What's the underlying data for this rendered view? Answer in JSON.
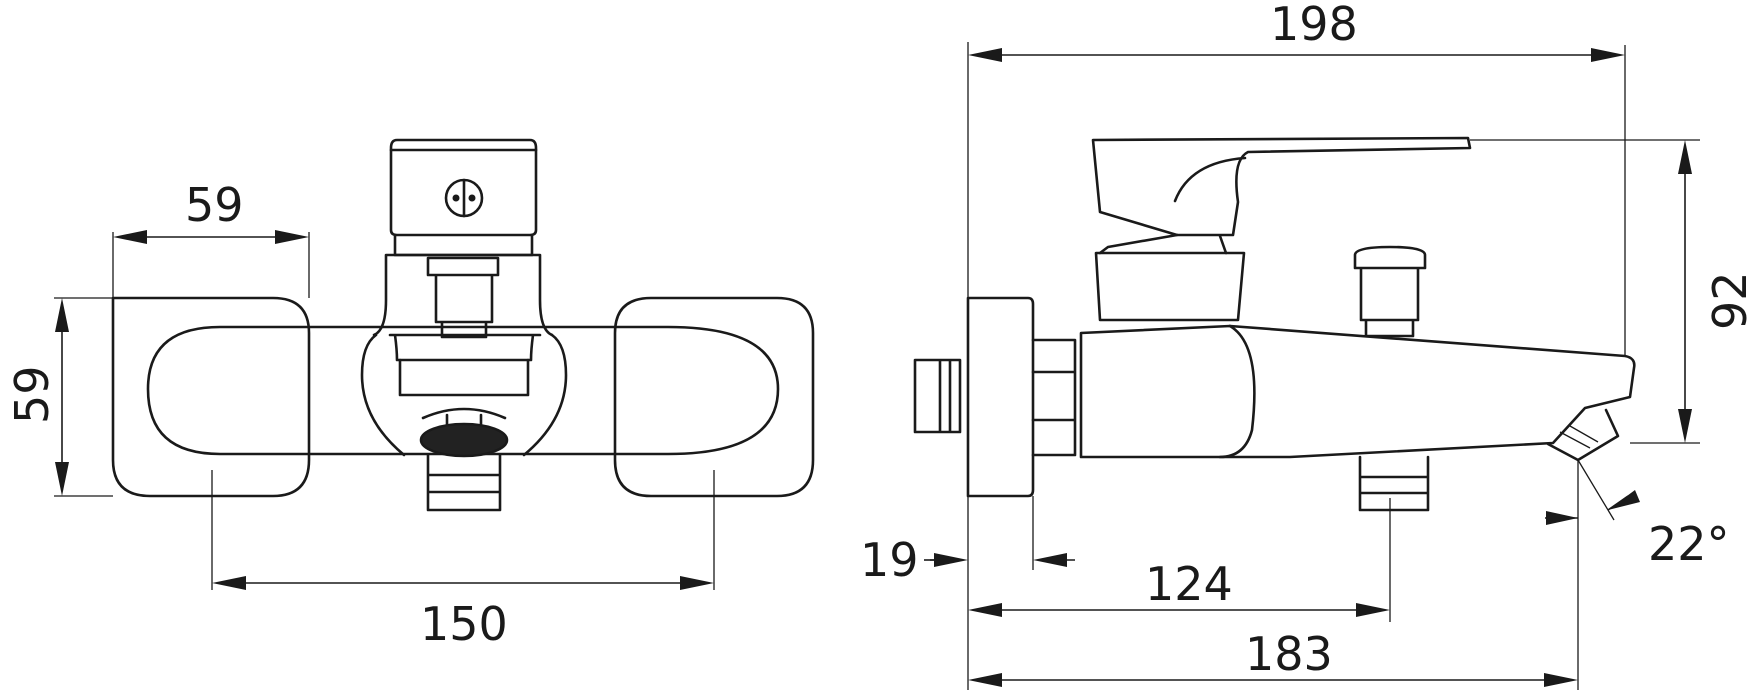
{
  "dimensions": {
    "front_width_upper": "59",
    "front_height": "59",
    "front_inlet_spacing": "150",
    "side_total_length": "198",
    "side_height": "92",
    "side_wall_offset": "19",
    "side_diverter_offset": "124",
    "side_spout_reach": "183",
    "side_spout_angle": "22°"
  },
  "colors": {
    "line": "#1a1a1a",
    "background": "#ffffff"
  }
}
